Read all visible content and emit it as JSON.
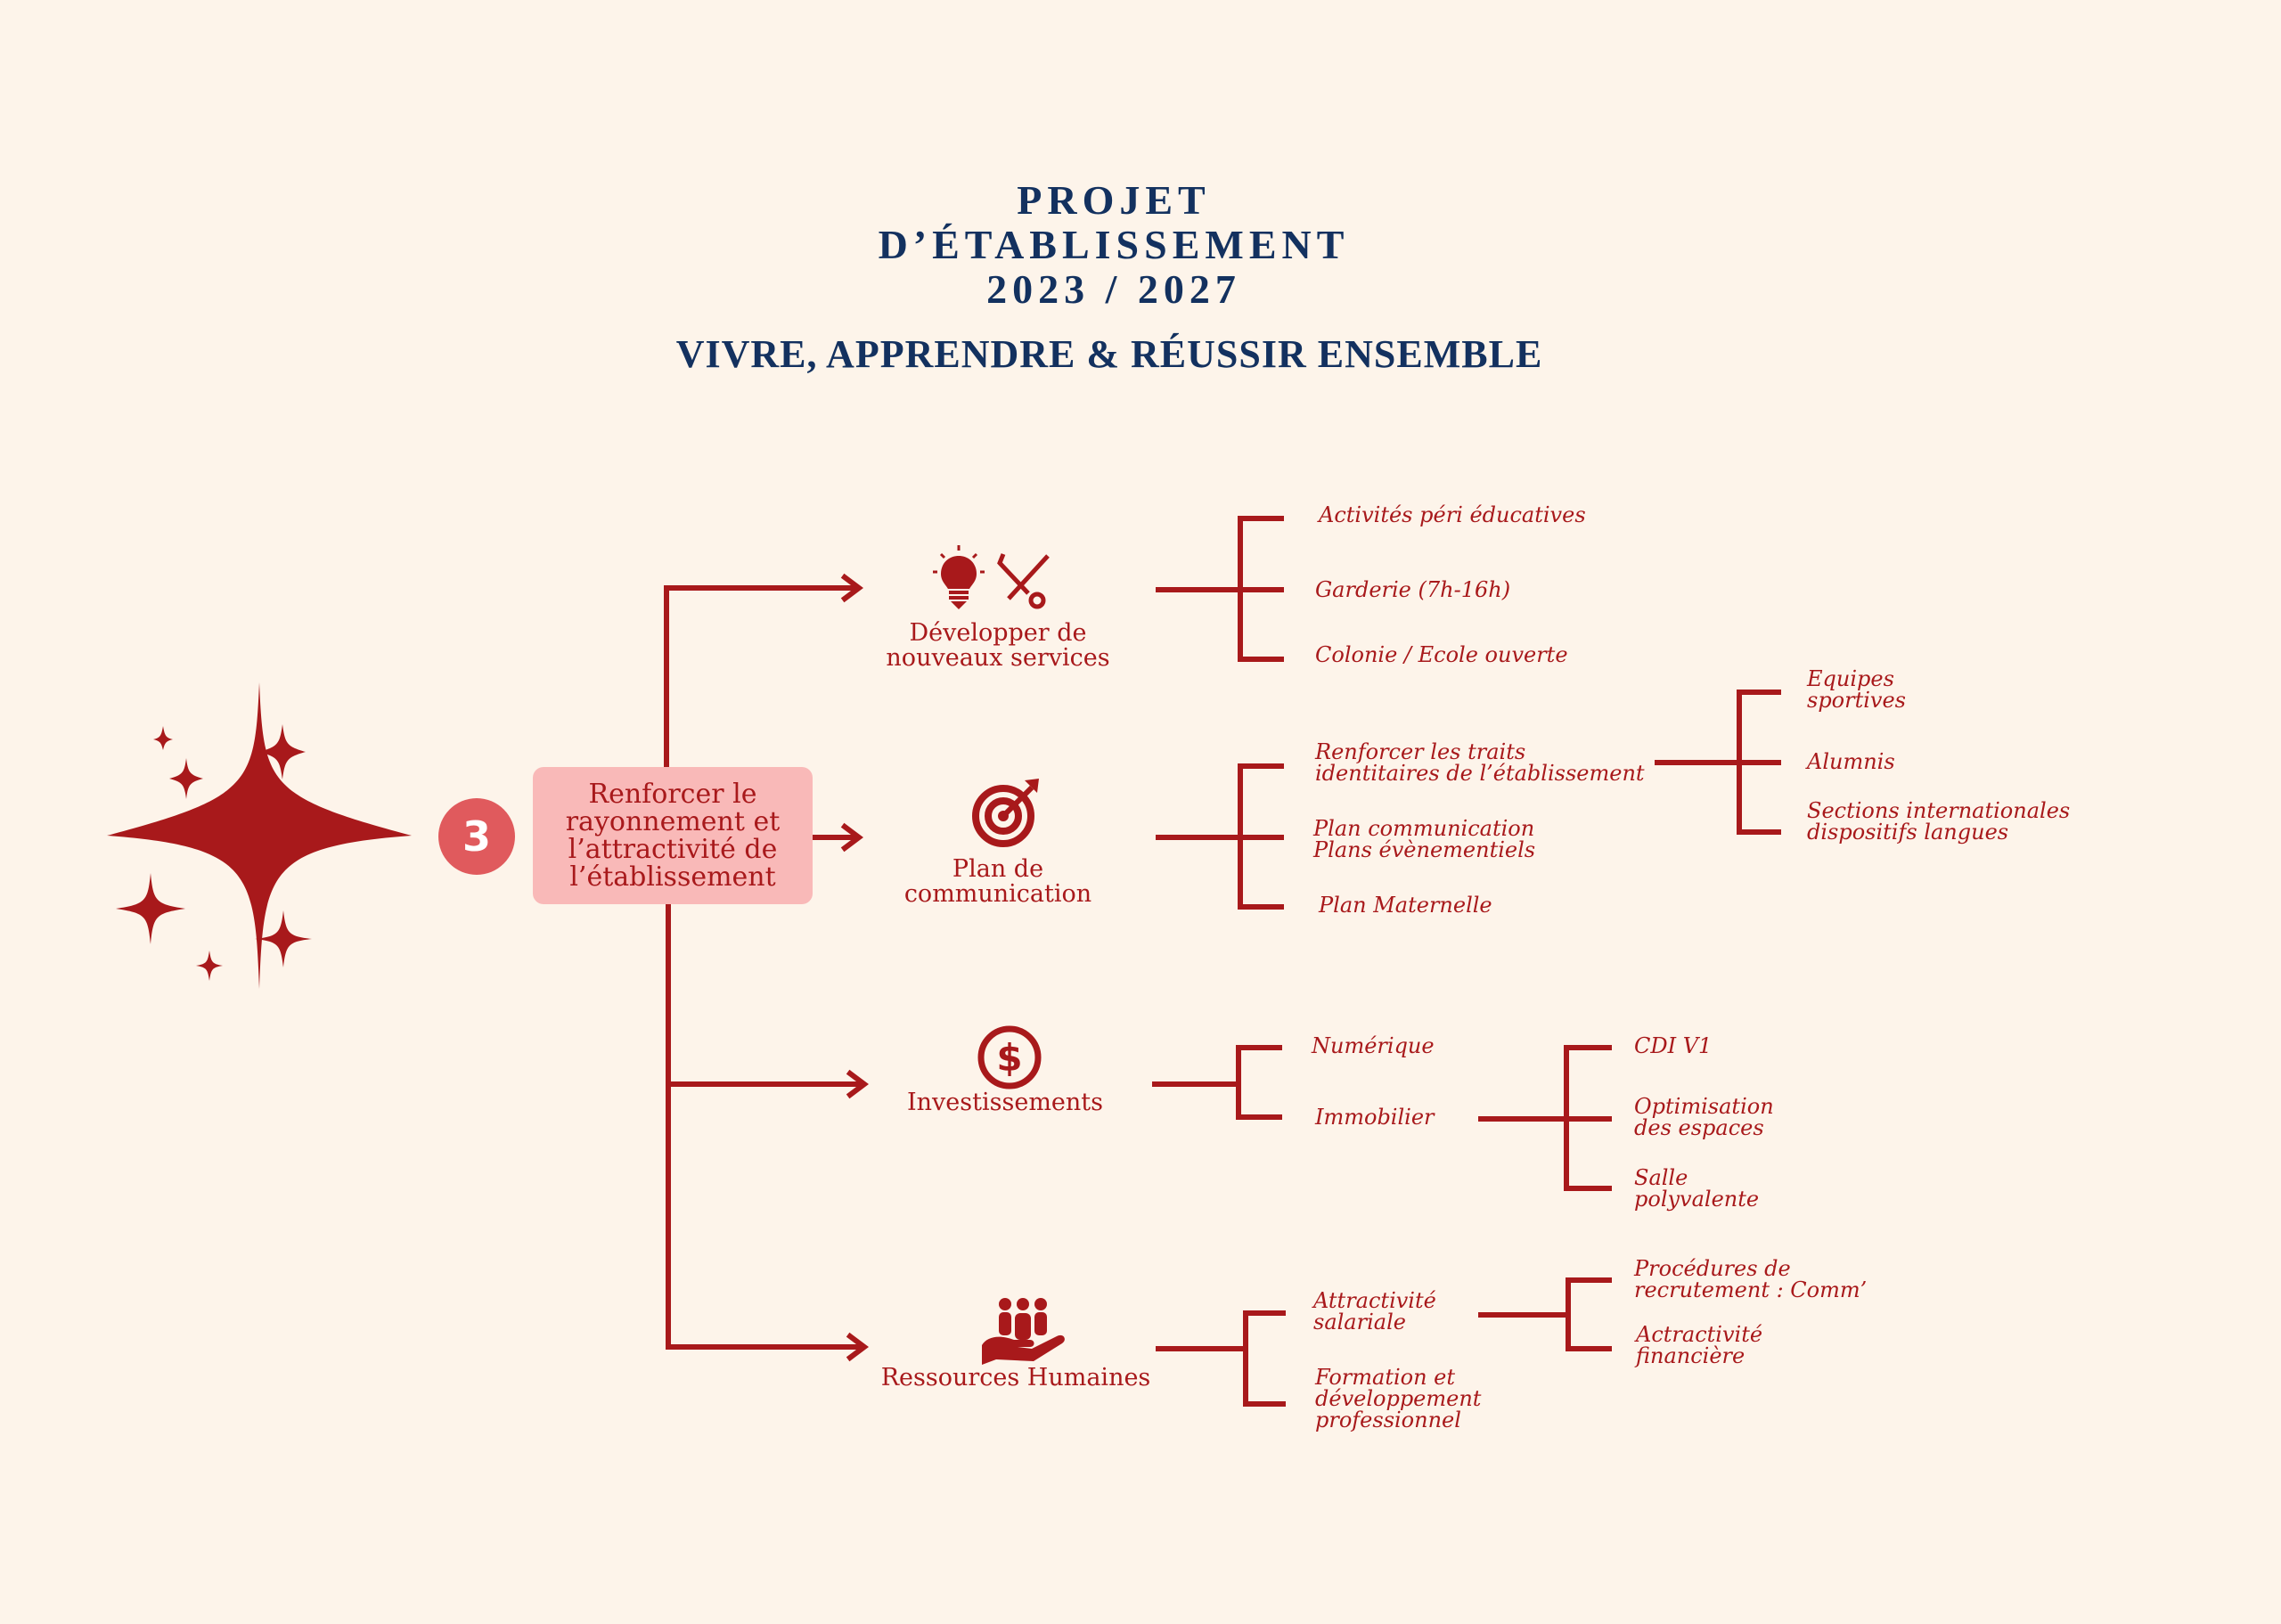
{
  "header": {
    "title_lines": [
      "PROJET",
      "D’ÉTABLISSEMENT",
      "2023 / 2027"
    ],
    "subtitle": "VIVRE, APPRENDRE & RÉUSSIR ENSEMBLE"
  },
  "colors": {
    "primary_red": "#a8191b",
    "navy": "#13315f",
    "box_pink": "#f9b9b8",
    "badge_red": "#e05a5d",
    "background": "#fdf4ea"
  },
  "axis": {
    "number": "3",
    "icon": "sparkles-icon",
    "label_lines": [
      "Renforcer le",
      "rayonnement et",
      "l’attractivité de",
      "l’établissement"
    ]
  },
  "branches": [
    {
      "icon": "lightbulb-tools-icon",
      "label_lines": [
        "Développer de",
        "nouveaux services"
      ],
      "items": [
        {
          "lines": [
            "Activités péri éducatives"
          ]
        },
        {
          "lines": [
            "Garderie (7h-16h)"
          ]
        },
        {
          "lines": [
            "Colonie / Ecole ouverte"
          ]
        }
      ]
    },
    {
      "icon": "target-icon",
      "label_lines": [
        "Plan de",
        "communication"
      ],
      "items": [
        {
          "lines": [
            "Renforcer les traits",
            "identitaires de l’établissement"
          ],
          "children": [
            {
              "lines": [
                "Equipes",
                "sportives"
              ]
            },
            {
              "lines": [
                "Alumnis"
              ]
            },
            {
              "lines": [
                "Sections internationales",
                "dispositifs langues"
              ]
            }
          ]
        },
        {
          "lines": [
            "Plan communication",
            "Plans évènementiels"
          ]
        },
        {
          "lines": [
            "Plan Maternelle"
          ]
        }
      ]
    },
    {
      "icon": "dollar-icon",
      "label_lines": [
        "Investissements"
      ],
      "items": [
        {
          "lines": [
            "Numérique"
          ]
        },
        {
          "lines": [
            "Immobilier"
          ],
          "children": [
            {
              "lines": [
                "CDI V1"
              ]
            },
            {
              "lines": [
                "Optimisation",
                "des espaces"
              ]
            },
            {
              "lines": [
                "Salle",
                "polyvalente"
              ]
            }
          ]
        }
      ]
    },
    {
      "icon": "people-hand-icon",
      "label_lines": [
        "Ressources Humaines"
      ],
      "items": [
        {
          "lines": [
            "Attractivité",
            "salariale"
          ],
          "children": [
            {
              "lines": [
                "Procédures de",
                "recrutement : Comm’"
              ]
            },
            {
              "lines": [
                "Actractivité",
                "financière"
              ]
            }
          ]
        },
        {
          "lines": [
            "Formation et",
            "développement",
            "professionnel"
          ]
        }
      ]
    }
  ]
}
